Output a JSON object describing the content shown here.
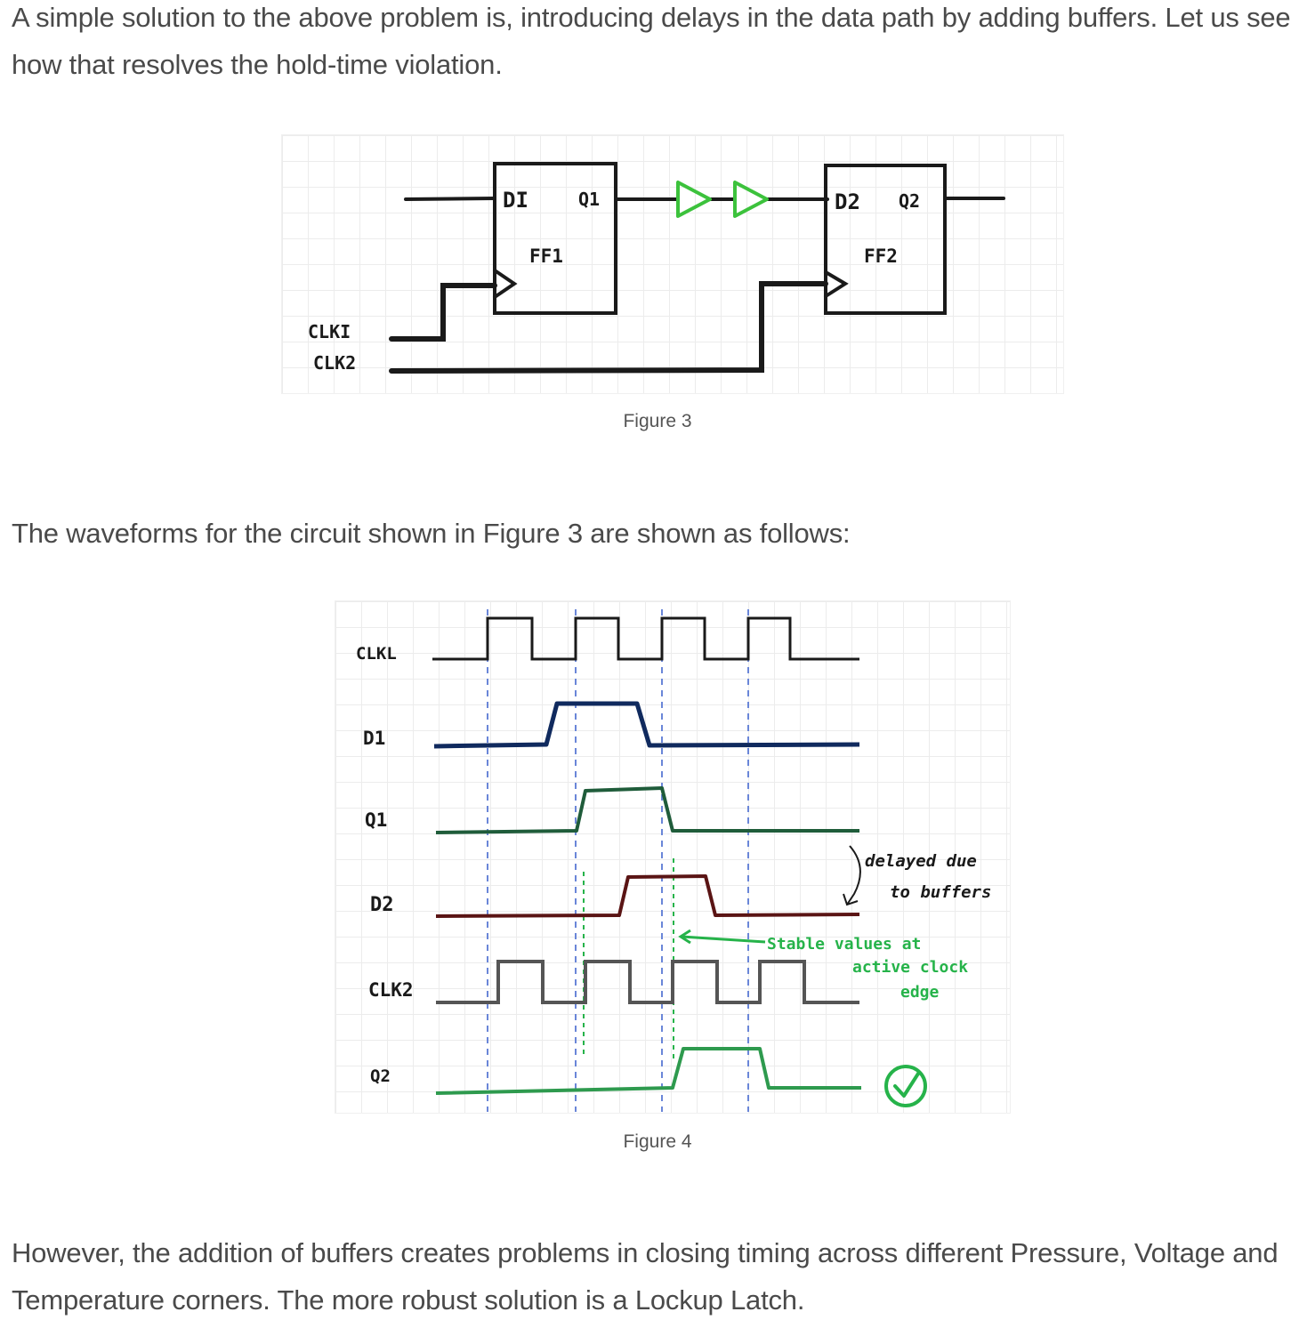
{
  "paragraphs": {
    "intro": "A simple solution to the above problem is, introducing delays in the data path by adding buffers. Let us see how that resolves the hold-time violation.",
    "waveforms_intro": "The waveforms for the circuit shown in Figure 3 are shown as follows:",
    "conclusion": "However, the addition of buffers creates problems in closing timing across different Pressure, Voltage and Temperature corners. The more robust solution is a Lockup Latch."
  },
  "figure3": {
    "caption": "Figure 3",
    "labels": {
      "d1": "DI",
      "q1": "Q1",
      "ff1": "FF1",
      "d2": "D2",
      "q2": "Q2",
      "ff2": "FF2",
      "clk1": "CLKI",
      "clk2": "CLK2"
    },
    "buffer_color": "#3cc23c"
  },
  "figure4": {
    "caption": "Figure 4",
    "signals": [
      "CLKL",
      "D1",
      "Q1",
      "D2",
      "CLK2",
      "Q2"
    ],
    "annotations": {
      "delay_line1": "delayed due",
      "delay_line2": "to buffers",
      "stable_line1": "Stable values at",
      "stable_line2": "active clock",
      "stable_line3": "edge"
    },
    "colors": {
      "clk1": "#1a1a1a",
      "d1": "#102a5e",
      "q1": "#1f5c3a",
      "d2": "#5a1414",
      "clk2": "#555555",
      "q2": "#2e9a4e",
      "annotation_green": "#26b34a",
      "guide_blue": "#6a86d8"
    }
  }
}
